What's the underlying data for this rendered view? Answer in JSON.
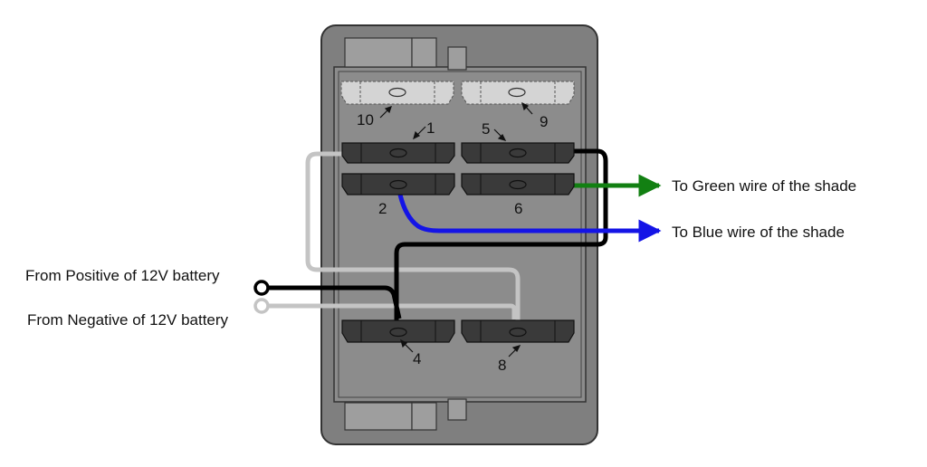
{
  "terminals": [
    {
      "id": "1",
      "label": "1"
    },
    {
      "id": "2",
      "label": "2"
    },
    {
      "id": "4",
      "label": "4"
    },
    {
      "id": "5",
      "label": "5"
    },
    {
      "id": "6",
      "label": "6"
    },
    {
      "id": "8",
      "label": "8"
    },
    {
      "id": "9",
      "label": "9"
    },
    {
      "id": "10",
      "label": "10"
    }
  ],
  "labels": {
    "green_wire": "To Green wire of the shade",
    "blue_wire": "To Blue wire of the shade",
    "positive": "From Positive of 12V battery",
    "negative": "From Negative of 12V battery"
  },
  "colors": {
    "housing": "#7f7f7f",
    "housing_inner": "#8c8c8c",
    "terminal_dark": "#3a3a3a",
    "terminal_light": "#d4d4d4",
    "wire_black": "#000000",
    "wire_gray": "#c4c4c4",
    "wire_green": "#128012",
    "wire_blue": "#1414e6"
  }
}
